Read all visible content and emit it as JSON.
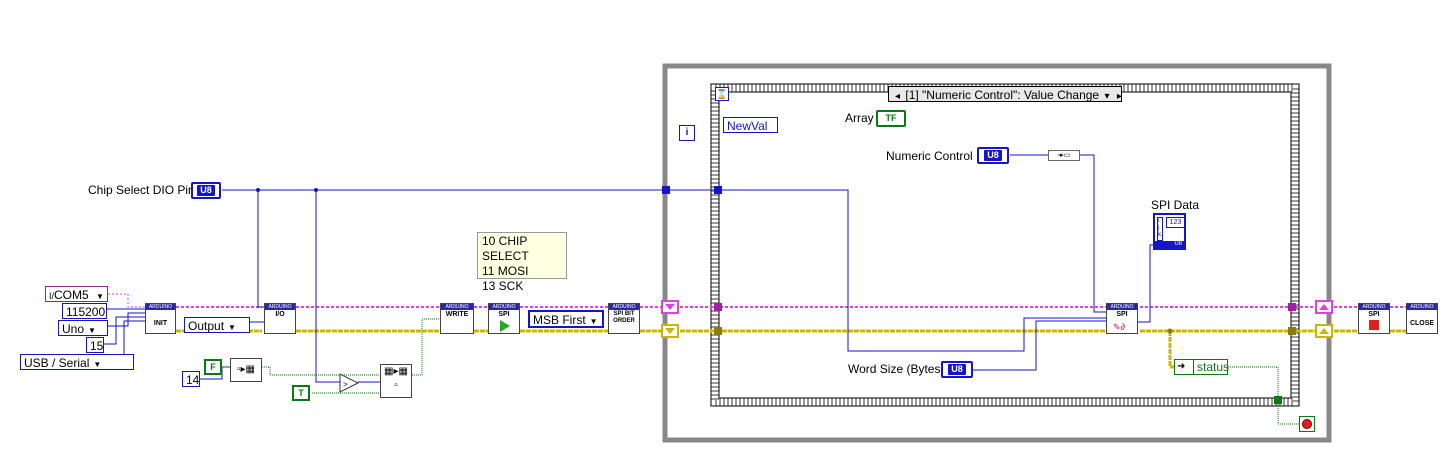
{
  "diagram": {
    "controls": {
      "chip_select_label": "Chip Select DIO Pin",
      "chip_select_type": "U8",
      "com_port": "COM5",
      "com_prefix": "I/",
      "baud_rate": "115200",
      "board": "Uno",
      "bytes_per_packet": "15",
      "connection": "USB / Serial",
      "pin_mode": "Output",
      "bit_order": "MSB First",
      "pin_constant": "14",
      "false_constant": "F",
      "true_constant": "T"
    },
    "note": {
      "line1": "10 CHIP SELECT",
      "line2": "11 MOSI",
      "line3": "13 SCK"
    },
    "subvis": {
      "init": "INIT",
      "io": "I/O",
      "write": "WRITE",
      "spi_open": "SPI",
      "spi_bit_order": "SPI BIT ORDER",
      "spi_rw": "SPI",
      "spi_close": "SPI",
      "close": "CLOSE",
      "header": "ARDUINO"
    },
    "while_loop": {
      "iteration_terminal": "i"
    },
    "event_structure": {
      "case_label": "[1] \"Numeric Control\": Value Change",
      "timeout_icon": "hourglass-icon",
      "newval_label": "NewVal",
      "array_label": "Array",
      "array_type": "TF",
      "numeric_control_label": "Numeric Control",
      "numeric_control_type": "U8",
      "spi_data_label": "SPI Data",
      "spi_data_type": "123",
      "spi_data_footer": "U8",
      "word_size_label": "Word Size (Bytes)",
      "word_size_type": "U8",
      "status_label": "status"
    },
    "colors": {
      "wire_numeric": "#1515c8",
      "wire_resource": "#e040e0",
      "wire_error": "#c8b800",
      "wire_boolean": "#0b7a16",
      "structure_border": "#808080"
    }
  }
}
